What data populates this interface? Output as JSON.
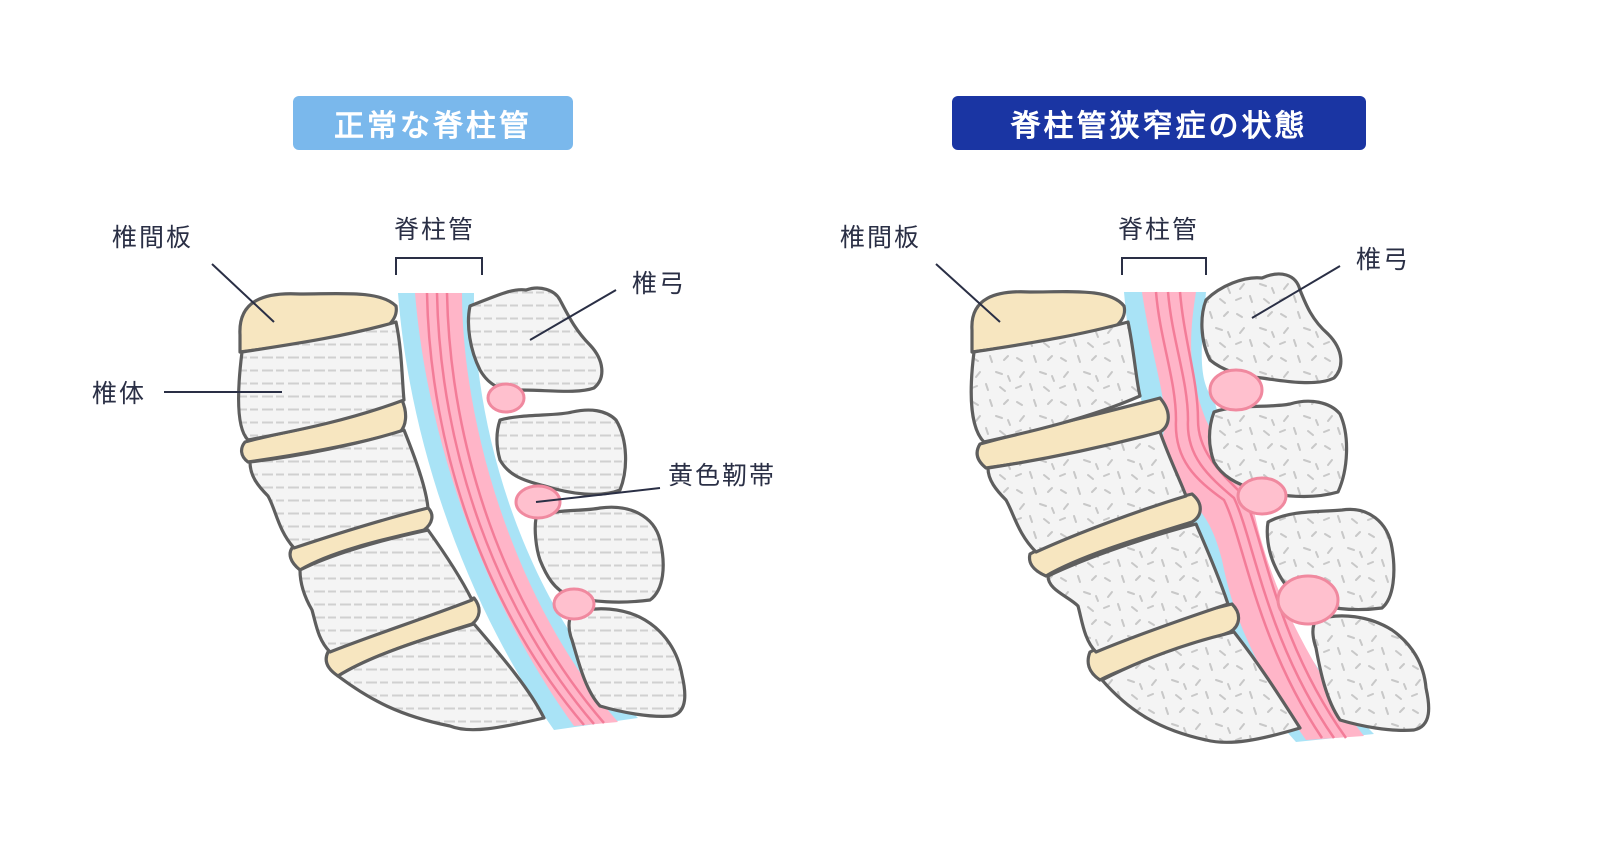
{
  "left_panel": {
    "title": "正常な脊柱管",
    "title_color": "#7ab8ec",
    "labels": {
      "disc": "椎間板",
      "canal": "脊柱管",
      "arch": "椎弓",
      "body": "椎体",
      "ligament": "黄色靭帯"
    }
  },
  "right_panel": {
    "title": "脊柱管狭窄症の状態",
    "title_color": "#1a35a3",
    "labels": {
      "disc": "椎間板",
      "canal": "脊柱管",
      "arch": "椎弓"
    }
  },
  "colors": {
    "disc": "#f7e6c0",
    "bone_fill": "#f4f4f4",
    "outline": "#5e5e5e",
    "canal_fluid": "#a9e3f6",
    "spinal_cord": "#ffb5c8",
    "nerve_lines": "#f37c98",
    "ligament": "#ffc0ce"
  }
}
